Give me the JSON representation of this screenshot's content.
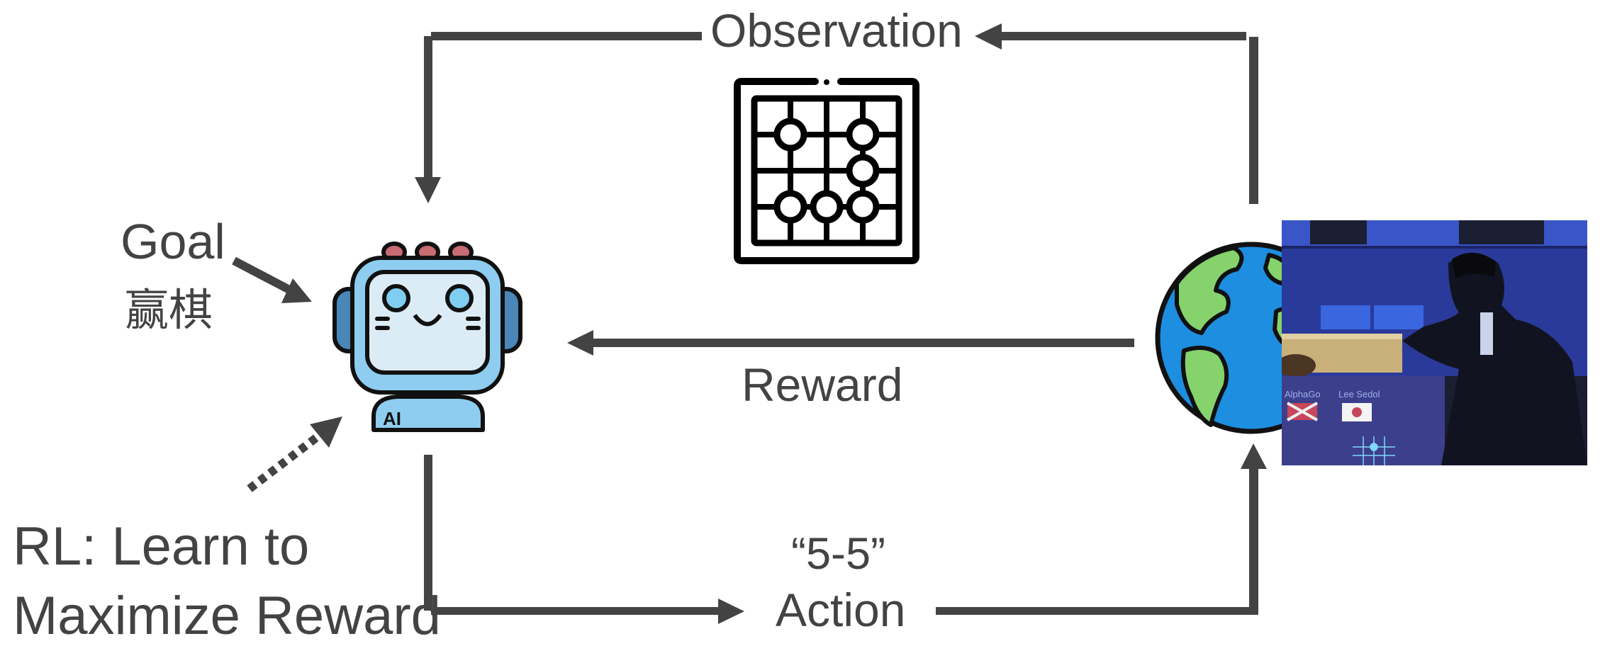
{
  "diagram": {
    "title": "Reinforcement learning loop (Go)",
    "labels": {
      "observation": "Observation",
      "reward": "Reward",
      "action": "Action",
      "action_value": "“5-5”",
      "goal": "Goal",
      "goal_cn": "赢棋",
      "rl_line1": "RL: Learn to",
      "rl_line2": "Maximize Reward"
    },
    "agent": {
      "icon": "robot-icon",
      "badge": "AI"
    },
    "environment": {
      "icon": "globe-icon",
      "photo": "go-match-photo"
    },
    "observation_icon": "go-board-icon",
    "photo_captions": {
      "left": "AlphaGo",
      "right": "Lee Sedol"
    },
    "colors": {
      "arrow": "#434343",
      "text": "#434343",
      "robot_body": "#8ecdf0",
      "robot_screen": "#dcecf7",
      "robot_ear": "#4a86b8",
      "robot_antenna": "#c96b72",
      "globe_ocean": "#1e8ee0",
      "globe_land": "#86d26c",
      "photo_bg": "#2a3a9a"
    }
  }
}
